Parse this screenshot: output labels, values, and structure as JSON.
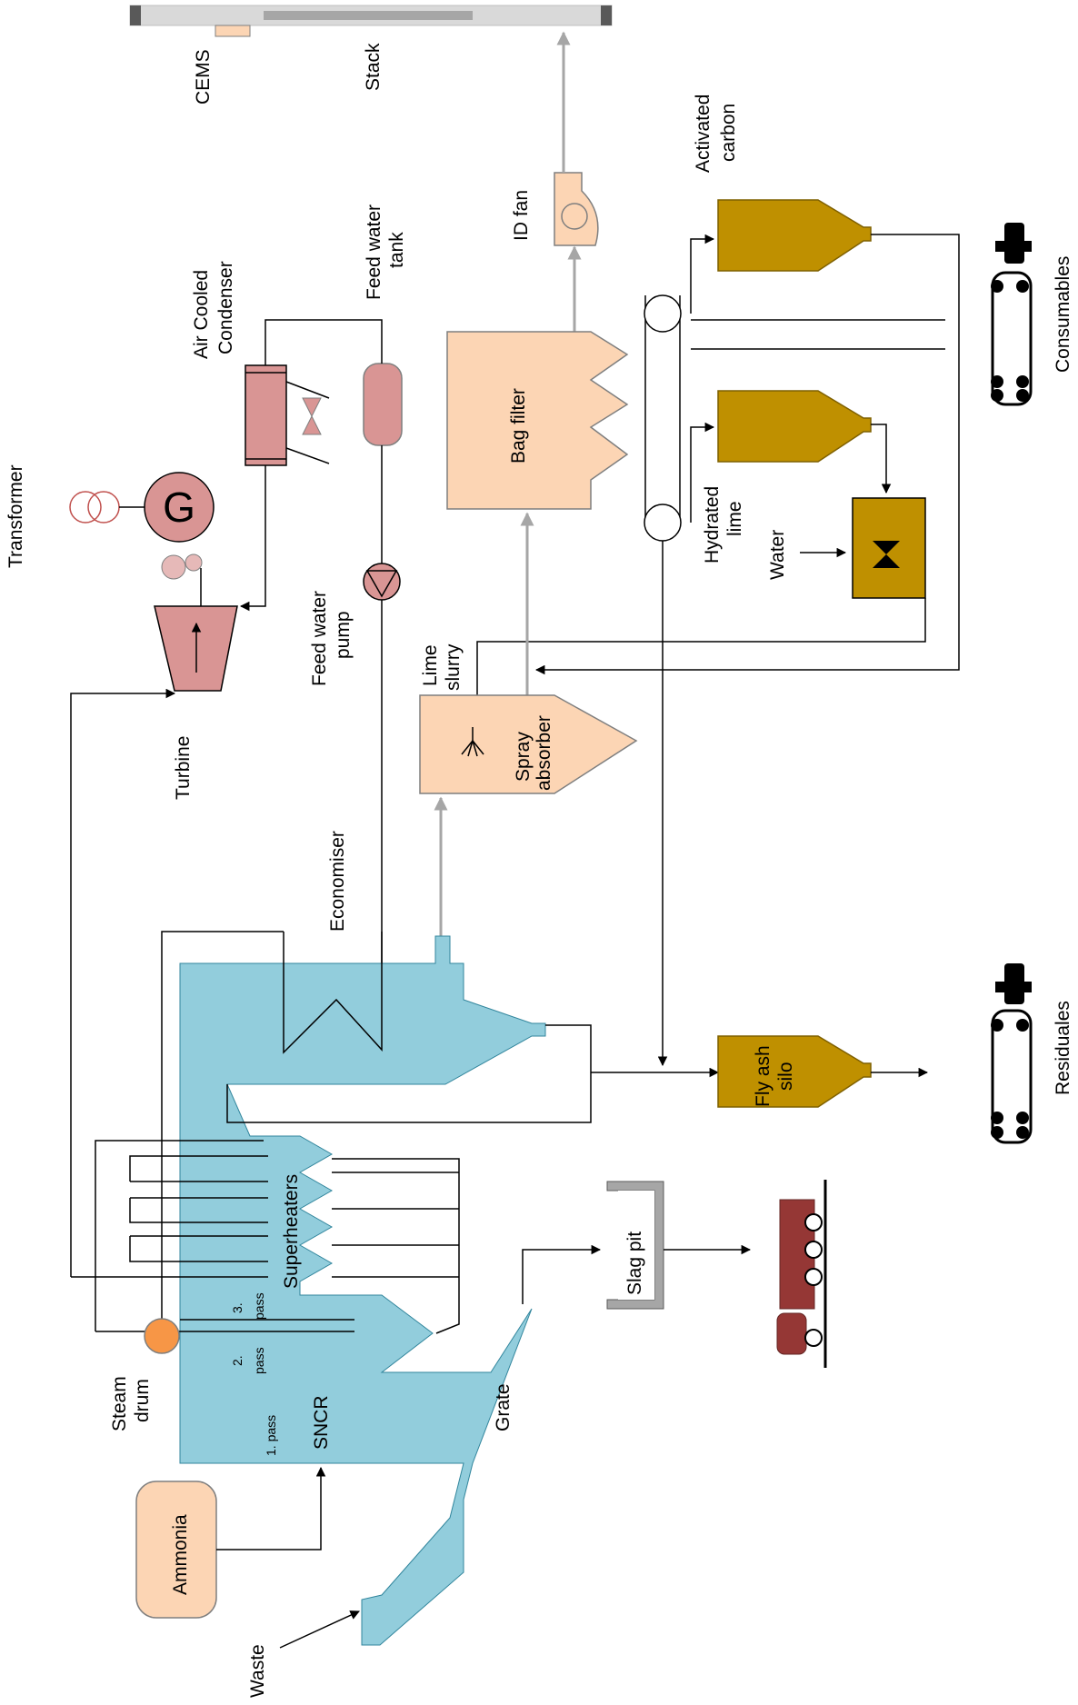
{
  "labels": {
    "cems": "CEMS",
    "stack": "Stack",
    "activated_carbon": [
      "Activated",
      "carbon"
    ],
    "id_fan": "ID fan",
    "feed_water_tank": [
      "Feed water",
      "tank"
    ],
    "air_cooled_condenser": [
      "Air Cooled",
      "Condenser"
    ],
    "consumables": "Consumables",
    "transformer": "Transformer",
    "generator": "G",
    "bag_filter": "Bag filter",
    "hydrated_lime": [
      "Hydrated",
      "lime"
    ],
    "water": "Water",
    "feed_water_pump": [
      "Feed water",
      "pump"
    ],
    "lime_slurry": [
      "Lime",
      "slurry"
    ],
    "spray_absorber": [
      "Spray",
      "absorber"
    ],
    "turbine": "Turbine",
    "economiser": "Economiser",
    "residuales": "Residuales",
    "fly_ash_silo": [
      "Fly ash",
      "silo"
    ],
    "superheaters": "Superheaters",
    "slag_pit": "Slag pit",
    "steam_drum": [
      "Steam",
      "drum"
    ],
    "pass_1": "1. pass",
    "pass_2": [
      "2.",
      "pass"
    ],
    "pass_3": [
      "3.",
      "pass"
    ],
    "sncr": "SNCR",
    "grate": "Grate",
    "ammonia": "Ammonia",
    "waste": "Waste"
  },
  "colors": {
    "boiler": "#92cddc",
    "gas_cleaning": "#fcd5b4",
    "silo": "#bf9000",
    "water_steam": "#d99594",
    "steam_drum": "#f79646",
    "stack": "#d9d9d9",
    "flue_gas_line": "#a6a6a6"
  }
}
